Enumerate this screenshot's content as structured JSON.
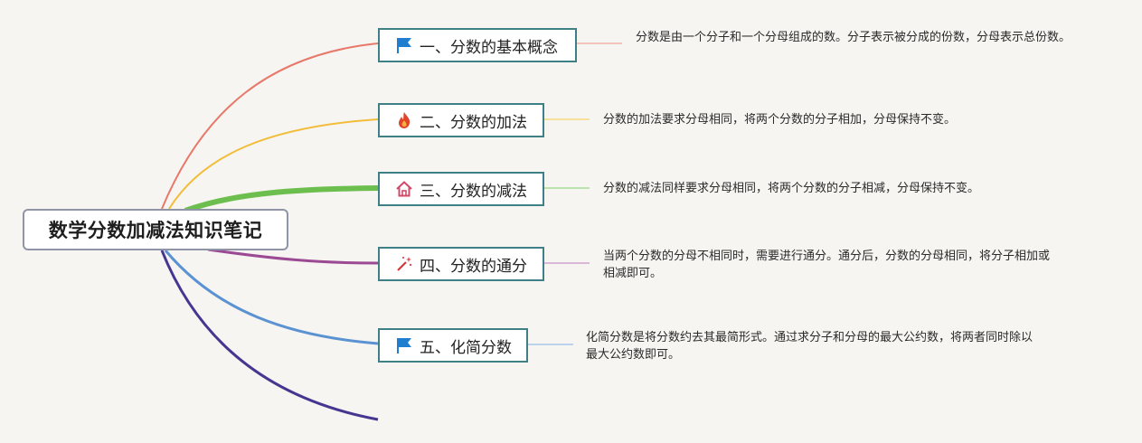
{
  "root": {
    "title": "数学分数加减法知识笔记"
  },
  "branches": [
    {
      "label": "一、分数的基本概念",
      "icon": "flag-icon",
      "color": "#e8786a",
      "note": "分数是由一个分子和一个分母组成的数。分子表示被分成的份数，分母表示总份数。"
    },
    {
      "label": "二、分数的加法",
      "icon": "fire-icon",
      "color": "#f2bd3a",
      "note": "分数的加法要求分母相同，将两个分数的分子相加，分母保持不变。"
    },
    {
      "label": "三、分数的减法",
      "icon": "home-icon",
      "color": "#6cbf4e",
      "note": "分数的减法同样要求分母相同，将两个分数的分子相减，分母保持不变。"
    },
    {
      "label": "四、分数的通分",
      "icon": "magic-wand-icon",
      "color": "#9b4a93",
      "note": "当两个分数的分母不相同时，需要进行通分。通分后，分数的分母相同，将分子相加或相减即可。"
    },
    {
      "label": "五、化简分数",
      "icon": "flag-icon",
      "color": "#5b93d2",
      "note": "化简分数是将分数约去其最简形式。通过求分子和分母的最大公约数，将两者同时除以最大公约数即可。"
    }
  ],
  "colors": {
    "extra_branch": "#473590",
    "node_border": "#3f7f86"
  }
}
